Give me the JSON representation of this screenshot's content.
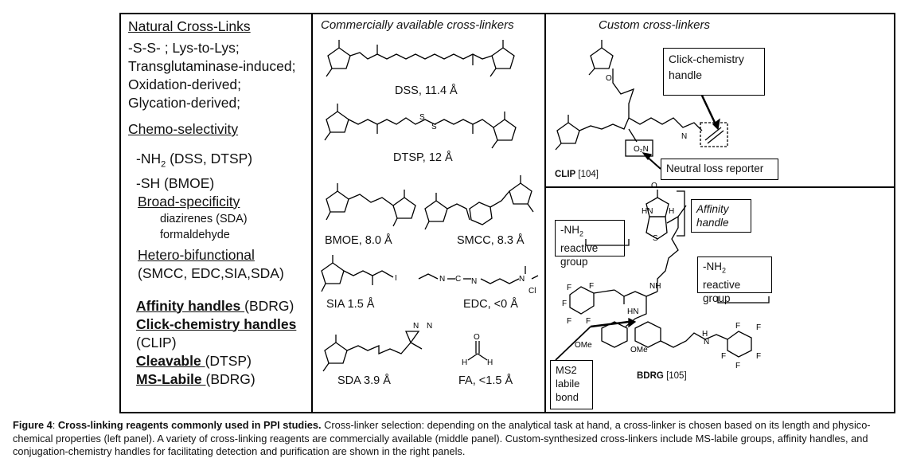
{
  "left_panel": {
    "natural_title": "Natural Cross-Links",
    "natural_items": [
      "-S-S- ; Lys-to-Lys;",
      "Transglutaminase-induced;",
      "Oxidation-derived;",
      "Glycation-derived;"
    ],
    "chemo_title": "Chemo-selectivity",
    "nh2_prefix": "-NH",
    "nh2_sub": "2",
    "nh2_suffix": " (DSS, DTSP)",
    "sh_item": "-SH (BMOE)",
    "broad_title": "Broad-specificity",
    "broad_items": [
      "diazirenes (SDA)",
      "formaldehyde"
    ],
    "hetero_title": "Hetero-bifunctional",
    "hetero_items": "(SMCC, EDC,SIA,SDA)",
    "affinity_bold": "Affinity handles ",
    "affinity_rest": "(BDRG)",
    "click_bold": "Click-chemistry handles",
    "click_rest": "(CLIP)",
    "cleavable_bold": "Cleavable ",
    "cleavable_rest": "(DTSP)",
    "mslabile_bold": "MS-Labile ",
    "mslabile_rest": "(BDRG)"
  },
  "middle_panel": {
    "header": "Commercially available cross-linkers",
    "labels": [
      "DSS, 11.4 Å",
      "DTSP, 12 Å",
      "BMOE, 8.0 Å",
      "SMCC, 8.3 Å",
      "SIA 1.5 Å",
      "EDC, <0 Å",
      "SDA 3.9 Å",
      "FA, <1.5 Å"
    ]
  },
  "right_panel": {
    "header": "Custom cross-linkers",
    "click_box": "Click-chemistry handle",
    "neutral_box": "Neutral loss reporter",
    "clip_name": "CLIP",
    "clip_ref": " [104]",
    "affinity_box": "Affinity handle",
    "nh2_box1_prefix": "-NH",
    "nh2_box1_sub": "2",
    "nh2_box1_suffix": " reactive group",
    "nh2_box2_prefix": "-NH",
    "nh2_box2_sub": "2",
    "nh2_box2_suffix": " reactive group",
    "ms2_box": "MS2 labile bond",
    "bdrg_name": "BDRG",
    "bdrg_ref": " [105]"
  },
  "caption": {
    "fig": "Figure 4",
    "colon": ": ",
    "title": "Cross-linking reagents commonly used in PPI studies.",
    "body": " Cross-linker selection: depending on the analytical task at hand, a cross-linker is chosen based on its length and physico-chemical properties (left panel). A variety of cross-linking reagents are commercially available (middle panel). Custom-synthesized cross-linkers include MS-labile groups, affinity handles, and conjugation-chemistry handles for facilitating detection and purification are shown in the right panels."
  }
}
